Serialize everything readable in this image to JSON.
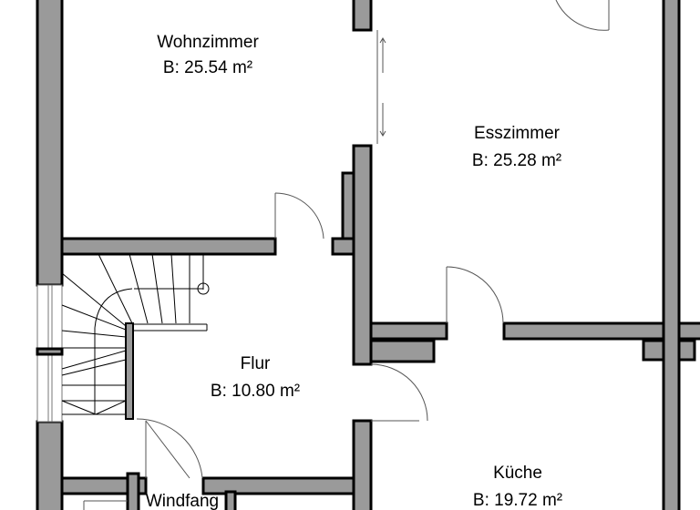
{
  "rooms": [
    {
      "name": "Wohnzimmer",
      "area": "B: 25.54 m²"
    },
    {
      "name": "Esszimmer",
      "area": "B: 25.28 m²"
    },
    {
      "name": "Flur",
      "area": "B: 10.80 m²"
    },
    {
      "name": "Küche",
      "area": "B: 19.72 m²"
    },
    {
      "name": "Windfang"
    }
  ],
  "colors": {
    "wall_fill": "#9a9a9a",
    "wall_outline": "#000000",
    "background": "#ffffff"
  }
}
